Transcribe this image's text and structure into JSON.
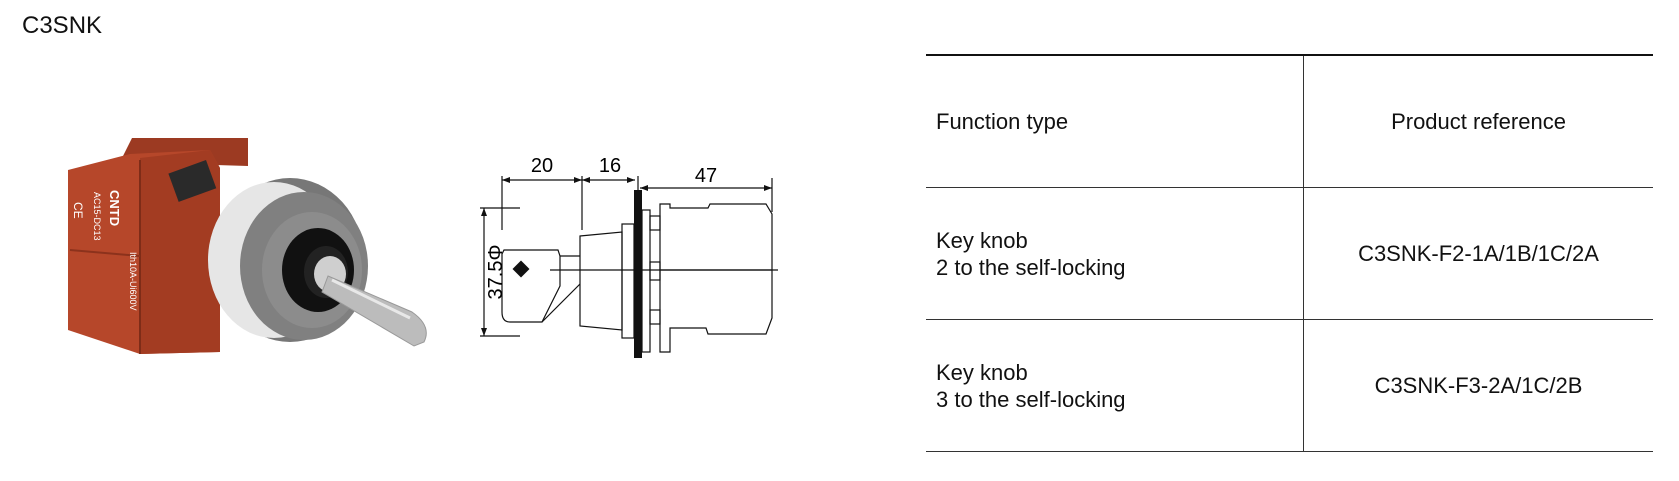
{
  "title": "C3SNK",
  "photo": {
    "housing_labels": [
      "CNTD",
      "AC15-DC13",
      "Ith10A-Ui600V",
      "CE"
    ],
    "colors": {
      "housing": "#b6472a",
      "bezel": "#777777",
      "ring": "#e6e6e6",
      "knob": "#111111",
      "key": "#bcbcbc"
    }
  },
  "drawing": {
    "dim_a": "20",
    "dim_b": "16",
    "dim_c": "47",
    "dim_diameter": "37.5Φ"
  },
  "table": {
    "header": {
      "col1": "Function type",
      "col2": "Product reference"
    },
    "rows": [
      {
        "func_line1": "Key knob",
        "func_line2": "2 to the self-locking",
        "ref": "C3SNK-F2-1A/1B/1C/2A"
      },
      {
        "func_line1": "Key knob",
        "func_line2": "3 to the self-locking",
        "ref": "C3SNK-F3-2A/1C/2B"
      }
    ]
  }
}
